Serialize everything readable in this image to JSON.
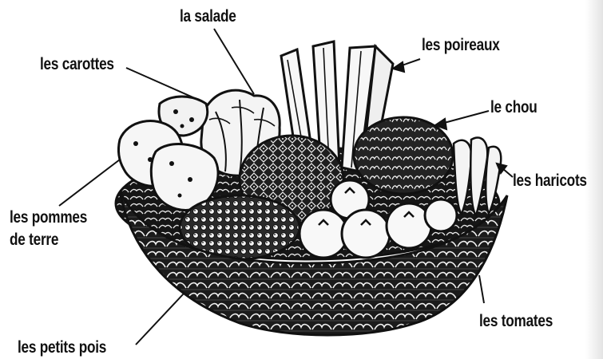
{
  "labels": {
    "salade": "la salade",
    "carottes": "les carottes",
    "poireaux": "les poireaux",
    "chou": "le chou",
    "haricots": "les haricots",
    "pommes_line1": "les pommes",
    "pommes_line2": "de terre",
    "tomates": "les tomates",
    "petits_pois": "les petits pois"
  },
  "colors": {
    "ink": "#111111",
    "paper": "#ffffff"
  }
}
